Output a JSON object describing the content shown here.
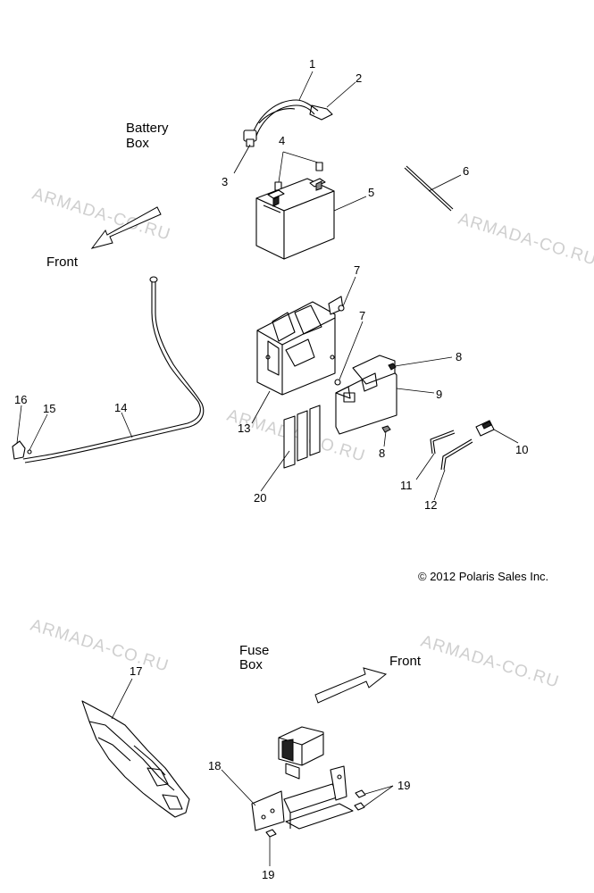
{
  "titles": {
    "battery_box_line1": "Battery",
    "battery_box_line2": "Box",
    "front_top": "Front",
    "fuse_box_line1": "Fuse",
    "fuse_box_line2": "Box",
    "front_bottom": "Front"
  },
  "copyright": "© 2012 Polaris Sales Inc.",
  "watermark": "ARMADA-CO.RU",
  "callouts": {
    "c1": "1",
    "c2": "2",
    "c3": "3",
    "c4": "4",
    "c5": "5",
    "c6": "6",
    "c7a": "7",
    "c7b": "7",
    "c8a": "8",
    "c8b": "8",
    "c9": "9",
    "c10": "10",
    "c11": "11",
    "c12": "12",
    "c13": "13",
    "c14": "14",
    "c15": "15",
    "c16": "16",
    "c17": "17",
    "c18": "18",
    "c19a": "19",
    "c19b": "19",
    "c20": "20"
  }
}
